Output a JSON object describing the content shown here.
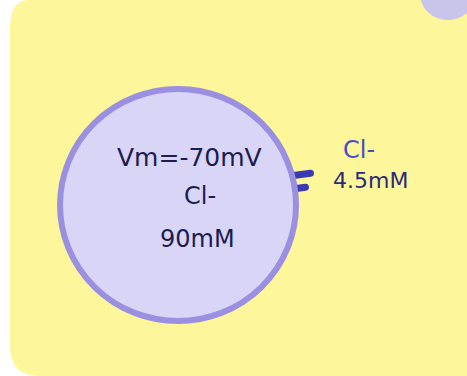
{
  "diagram": {
    "nodes": [
      {
        "text": [
          "Vm=-70mV",
          "Cl-",
          "90mM"
        ]
      }
    ],
    "labels": [
      "Cl-",
      "4.5mM"
    ]
  }
}
